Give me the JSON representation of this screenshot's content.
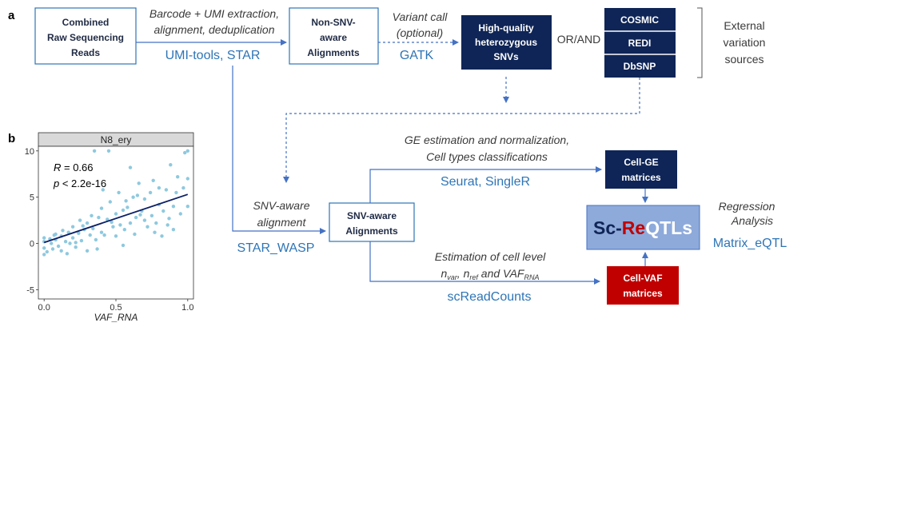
{
  "panel_a": {
    "letter": "a",
    "box_raw": [
      "Combined",
      "Raw  Sequencing",
      "Reads"
    ],
    "step1_italic": [
      "Barcode + UMI extraction,",
      "alignment, deduplication"
    ],
    "step1_tool": "UMI-tools, STAR",
    "box_nonsnv": [
      "Non-SNV-",
      "aware",
      "Alignments"
    ],
    "step2_italic": [
      "Variant call",
      "(optional)"
    ],
    "step2_tool": "GATK",
    "box_hq": [
      "High-quality",
      "heterozygous",
      "SNVs"
    ],
    "or_and": "OR/AND",
    "ext_boxes": [
      "COSMIC",
      "REDI",
      "DbSNP"
    ],
    "ext_label": [
      "External",
      "variation",
      "sources"
    ],
    "snv_align_italic": [
      "SNV-aware",
      "alignment"
    ],
    "snv_align_tool": "STAR_WASP",
    "box_snvaware": [
      "SNV-aware",
      "Alignments"
    ],
    "ge_italic": [
      "GE estimation and normalization,",
      "Cell types classifications"
    ],
    "ge_tool": "Seurat, SingleR",
    "box_cellge": [
      "Cell-GE",
      "matrices"
    ],
    "vaf_italic_1": "Estimation of cell level",
    "vaf_n": "n",
    "vaf_var_sub": "var",
    "vaf_comma1": ", n",
    "vaf_ref_sub": "ref",
    "vaf_and": " and VAF",
    "vaf_rna_sub": "RNA",
    "vaf_tool": "scReadCounts",
    "box_cellvaf": [
      "Cell-VAF",
      "matrices"
    ],
    "sc_reqtl": {
      "part1": "Sc-",
      "part2": "Re",
      "part3": "QTLs"
    },
    "regression_italic": [
      "Regression",
      "Analysis"
    ],
    "regression_tool": "Matrix_eQTL"
  },
  "panel_b": {
    "letter": "b",
    "facet_title": "N8_ery",
    "r_label": "R",
    "r_value": " = 0.66",
    "p_label": "p",
    "p_value": " < 2.2e-16"
  },
  "colors": {
    "navy": "#0f2557",
    "red": "#c00000",
    "tool_blue": "#2e75b6",
    "arrow": "#4472c4",
    "light_box": "#8eaadb",
    "point": "#8ec9df",
    "regression_line": "#0b1f66"
  },
  "chart_data": {
    "type": "scatter",
    "title": "N8_ery",
    "xlabel": "VAF_RNA",
    "ylabel": "",
    "xlim": [
      -0.04,
      1.04
    ],
    "ylim": [
      -6,
      10.5
    ],
    "xticks": [
      0.0,
      0.5,
      1.0
    ],
    "xtick_labels": [
      "0.0",
      "0.5",
      "1.0"
    ],
    "yticks": [
      -5,
      0,
      5,
      10
    ],
    "ytick_labels": [
      "-5",
      "0",
      "5",
      "10"
    ],
    "grid": false,
    "regression": {
      "intercept": 0.1,
      "slope": 5.2
    },
    "annotation": [
      "R = 0.66",
      "p < 2.2e-16"
    ],
    "points": [
      [
        0.0,
        -1.2
      ],
      [
        0.0,
        -0.5
      ],
      [
        0.0,
        0.2
      ],
      [
        0.0,
        0.6
      ],
      [
        0.02,
        -0.9
      ],
      [
        0.04,
        0.5
      ],
      [
        0.05,
        0.0
      ],
      [
        0.06,
        -0.6
      ],
      [
        0.08,
        1.0
      ],
      [
        0.08,
        0.4
      ],
      [
        0.1,
        -0.3
      ],
      [
        0.12,
        0.8
      ],
      [
        0.13,
        1.4
      ],
      [
        0.15,
        0.2
      ],
      [
        0.16,
        -1.1
      ],
      [
        0.17,
        1.2
      ],
      [
        0.2,
        0.6
      ],
      [
        0.2,
        1.8
      ],
      [
        0.22,
        -0.4
      ],
      [
        0.24,
        1.1
      ],
      [
        0.25,
        2.5
      ],
      [
        0.26,
        0.3
      ],
      [
        0.28,
        1.5
      ],
      [
        0.3,
        -0.8
      ],
      [
        0.3,
        2.2
      ],
      [
        0.32,
        0.9
      ],
      [
        0.33,
        3.0
      ],
      [
        0.34,
        1.6
      ],
      [
        0.35,
        10.0
      ],
      [
        0.36,
        0.4
      ],
      [
        0.38,
        2.8
      ],
      [
        0.4,
        1.2
      ],
      [
        0.4,
        3.8
      ],
      [
        0.41,
        5.8
      ],
      [
        0.42,
        0.9
      ],
      [
        0.44,
        2.6
      ],
      [
        0.45,
        10.0
      ],
      [
        0.46,
        4.5
      ],
      [
        0.48,
        1.8
      ],
      [
        0.5,
        0.8
      ],
      [
        0.5,
        3.2
      ],
      [
        0.52,
        5.5
      ],
      [
        0.53,
        2.0
      ],
      [
        0.55,
        3.6
      ],
      [
        0.55,
        -0.2
      ],
      [
        0.56,
        1.5
      ],
      [
        0.58,
        3.9
      ],
      [
        0.6,
        2.2
      ],
      [
        0.6,
        8.2
      ],
      [
        0.62,
        5.0
      ],
      [
        0.63,
        1.0
      ],
      [
        0.64,
        2.8
      ],
      [
        0.65,
        5.2
      ],
      [
        0.66,
        6.5
      ],
      [
        0.68,
        3.5
      ],
      [
        0.7,
        2.5
      ],
      [
        0.7,
        4.8
      ],
      [
        0.72,
        1.8
      ],
      [
        0.74,
        5.5
      ],
      [
        0.75,
        3.0
      ],
      [
        0.76,
        6.8
      ],
      [
        0.78,
        2.2
      ],
      [
        0.8,
        4.2
      ],
      [
        0.8,
        6.0
      ],
      [
        0.82,
        0.8
      ],
      [
        0.83,
        3.5
      ],
      [
        0.85,
        5.8
      ],
      [
        0.86,
        2.0
      ],
      [
        0.88,
        8.5
      ],
      [
        0.9,
        4.0
      ],
      [
        0.9,
        1.5
      ],
      [
        0.92,
        5.5
      ],
      [
        0.95,
        3.2
      ],
      [
        0.97,
        6.0
      ],
      [
        0.98,
        9.8
      ],
      [
        1.0,
        4.0
      ],
      [
        1.0,
        7.0
      ],
      [
        1.0,
        10.0
      ],
      [
        0.12,
        -0.8
      ],
      [
        0.22,
        0.1
      ],
      [
        0.37,
        -0.6
      ],
      [
        0.47,
        2.3
      ],
      [
        0.57,
        4.6
      ],
      [
        0.67,
        3.1
      ],
      [
        0.77,
        1.2
      ],
      [
        0.87,
        2.7
      ],
      [
        0.93,
        7.2
      ],
      [
        0.27,
        1.9
      ],
      [
        0.07,
        0.9
      ],
      [
        0.18,
        0.0
      ]
    ]
  }
}
